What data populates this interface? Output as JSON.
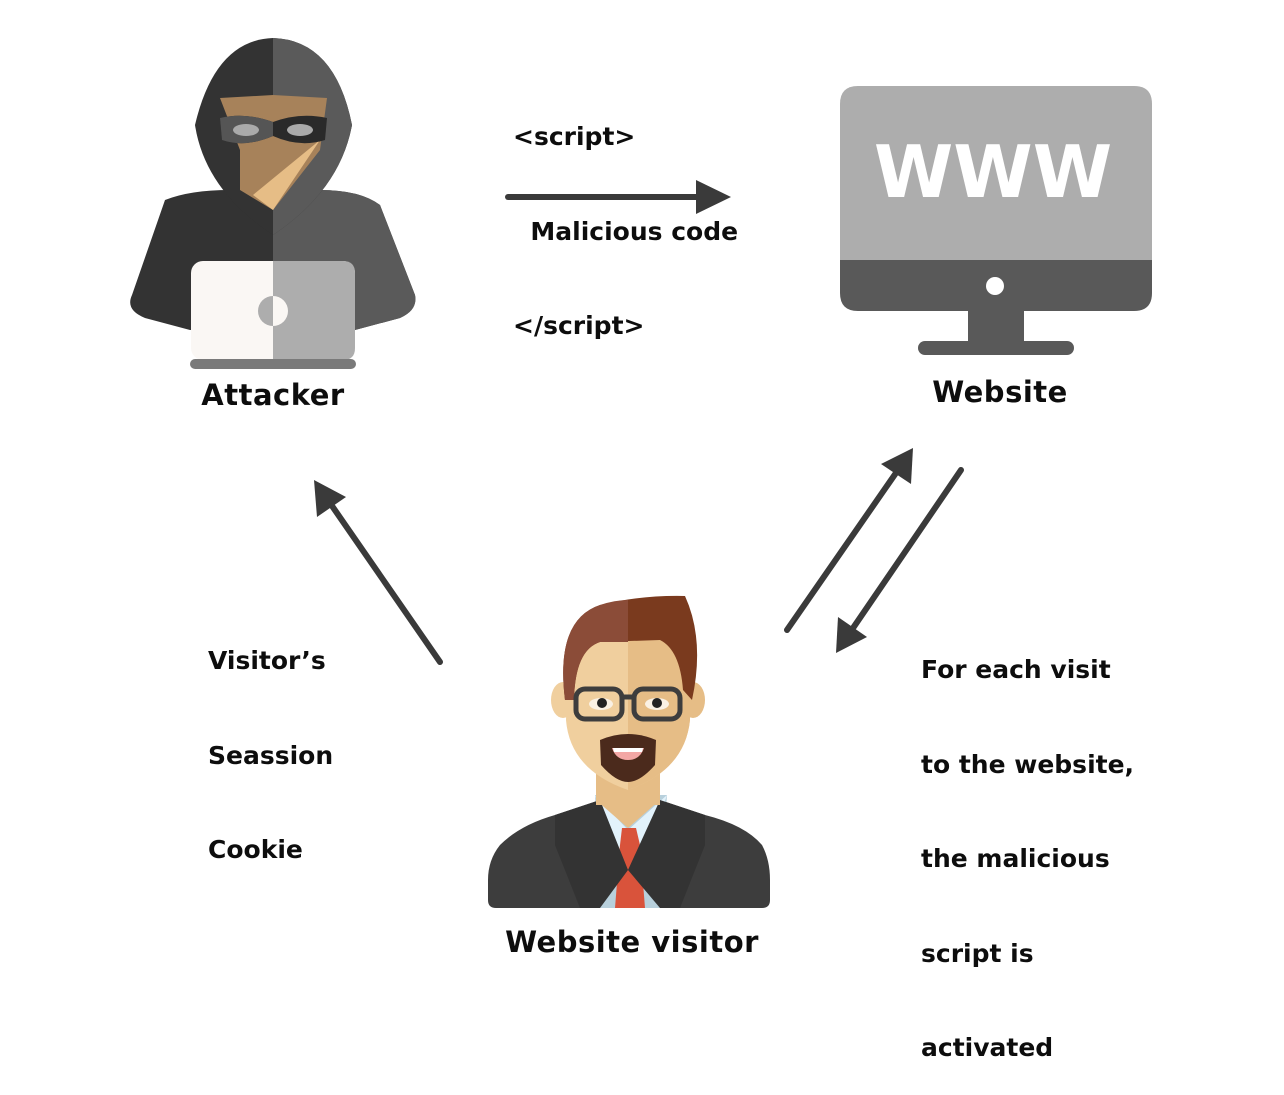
{
  "nodes": {
    "attacker": {
      "label": "Attacker"
    },
    "website": {
      "label": "Website",
      "screen_text": "WWW"
    },
    "visitor": {
      "label": "Website visitor"
    }
  },
  "annotations": {
    "payload": [
      "<script>",
      "  Malicious code",
      "</script>"
    ],
    "cookie": [
      "Visitor’s",
      "Seassion",
      "Cookie"
    ],
    "activation": [
      "For each visit",
      "to the website,",
      "the malicious",
      "script is",
      "activated"
    ]
  },
  "colors": {
    "arrow": "#3a3a3a",
    "monitor_top": "#adadad",
    "monitor_bottom": "#595959",
    "tie": "#d9533b",
    "hair": "#7a3a1e"
  }
}
